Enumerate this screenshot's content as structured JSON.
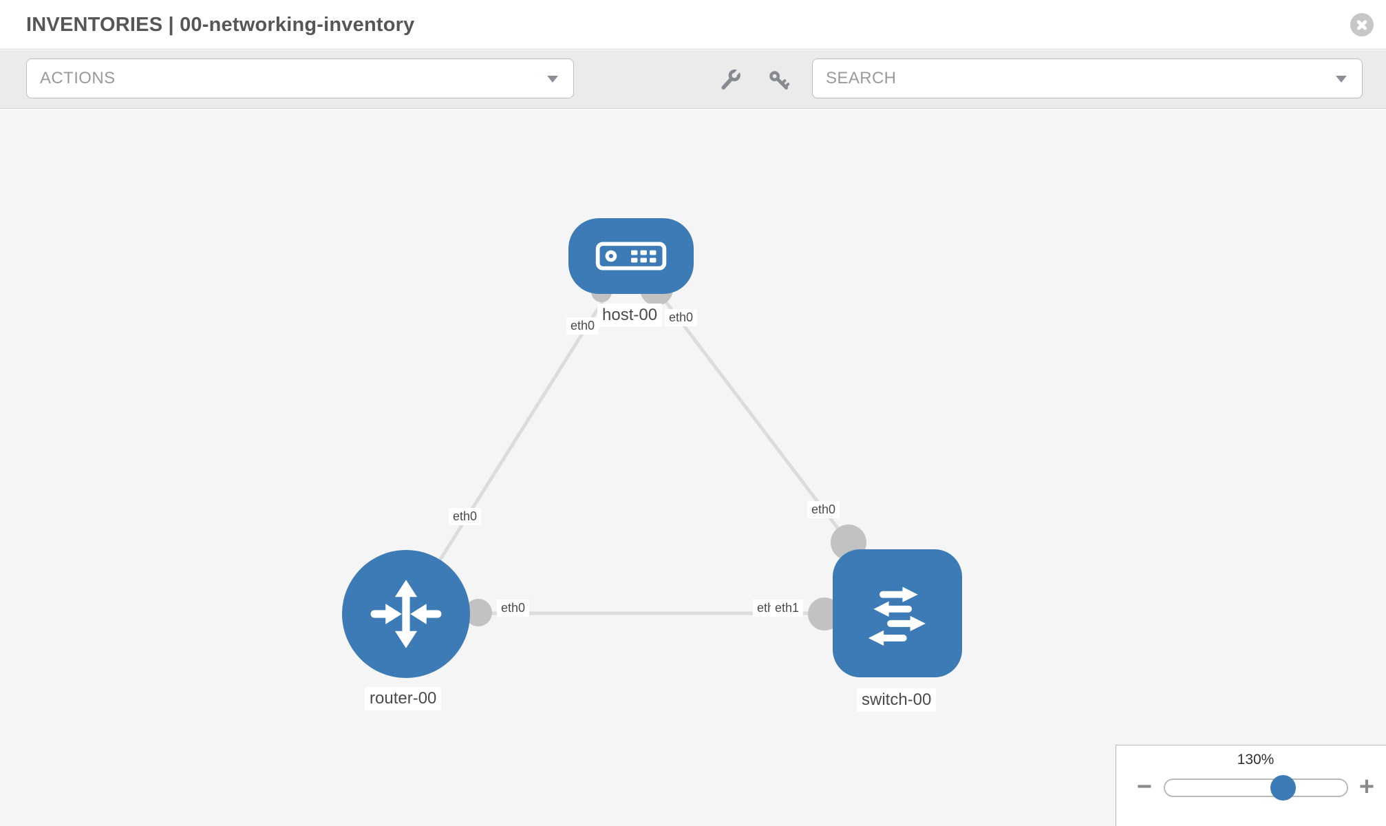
{
  "header": {
    "title": "INVENTORIES | 00-networking-inventory"
  },
  "toolbar": {
    "actions_label": "ACTIONS",
    "search_label": "SEARCH"
  },
  "canvas": {
    "nodes": [
      {
        "label": "host-00",
        "type": "host"
      },
      {
        "label": "router-00",
        "type": "router"
      },
      {
        "label": "switch-00",
        "type": "switch"
      }
    ],
    "links": [
      {
        "from": "host-00",
        "to": "router-00",
        "from_interface": "eth0",
        "to_interface": "eth0"
      },
      {
        "from": "host-00",
        "to": "switch-00",
        "from_interface": "eth0",
        "to_interface": "eth0"
      },
      {
        "from": "router-00",
        "to": "switch-00",
        "from_interface": "eth0",
        "to_interfaces": [
          "eth0",
          "eth1"
        ]
      }
    ]
  },
  "zoom_control": {
    "value": "130%",
    "zoom_out_label": "−",
    "zoom_in_label": "+"
  },
  "colors": {
    "node_blue": "#3d7bb6",
    "link_gray": "#dcdcdc",
    "port_gray": "#c2c2c2",
    "toolbar_gray": "#ebebeb"
  }
}
